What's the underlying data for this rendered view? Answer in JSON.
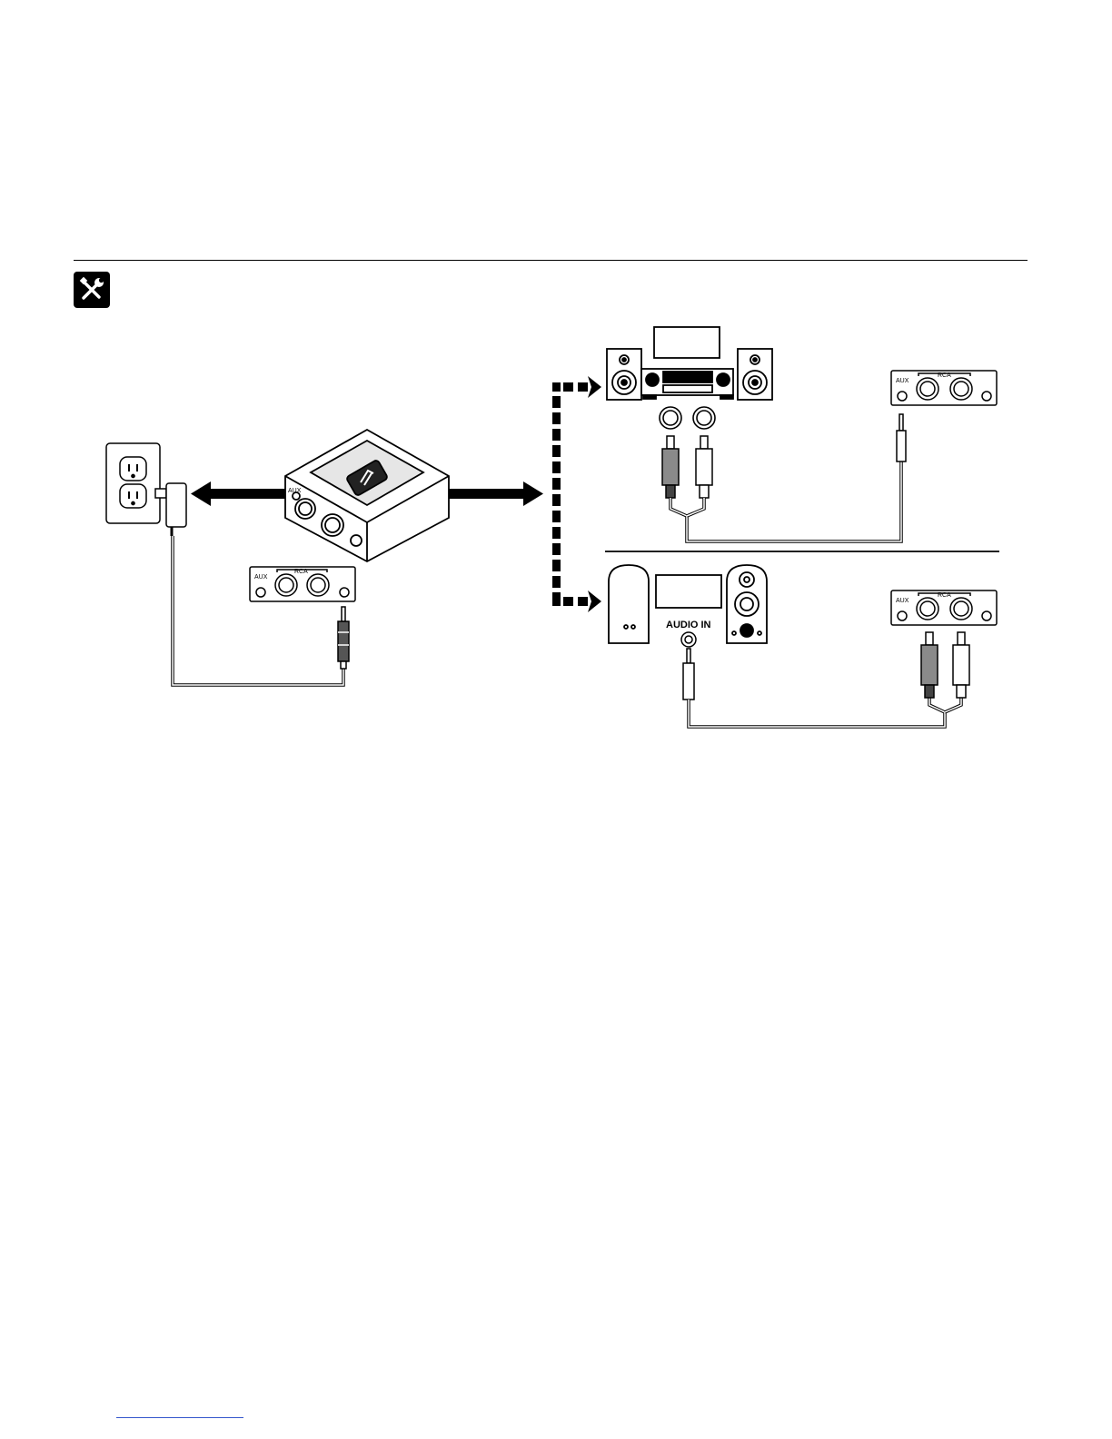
{
  "diagram": {
    "labels": {
      "aux": "AUX",
      "rca": "RCA",
      "audio_in": "AUDIO IN"
    },
    "icons": {
      "header": "tools-icon",
      "outlet": "wall-outlet-icon",
      "adapter": "power-adapter-icon",
      "receiver": "bluetooth-receiver-icon",
      "stereo": "stereo-system-icon",
      "speakers": "computer-speakers-icon",
      "cable_35": "3-5mm-cable-icon",
      "cable_rca": "rca-cable-icon"
    },
    "colors": {
      "line": "#000000",
      "fill": "#ffffff",
      "plug_gray": "#8a8a8a"
    }
  }
}
